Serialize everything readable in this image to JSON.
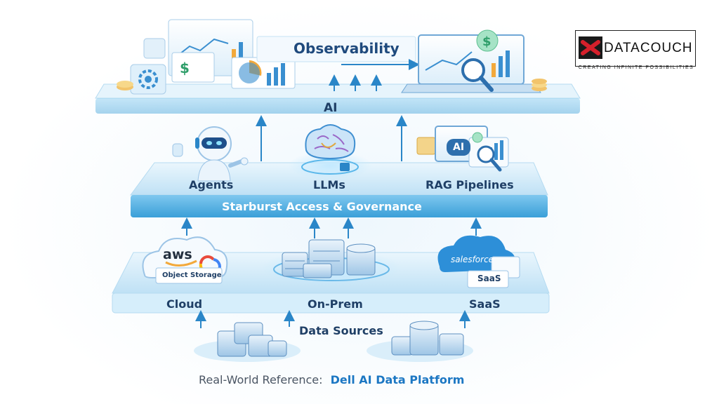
{
  "logo": {
    "word_a": "DATA",
    "word_b": "COUCH",
    "tagline": "CREATING INFINITE POSSIBILITIES"
  },
  "tiers": {
    "observability": {
      "label": "Observability"
    },
    "ai": {
      "label": "AI"
    },
    "ai_items": {
      "agents": "Agents",
      "llms": "LLMs",
      "rag": "RAG Pipelines",
      "badge": "AI"
    },
    "governance": {
      "label": "Starburst Access & Governance"
    },
    "storage": {
      "cloud": "Cloud",
      "onprem": "On-Prem",
      "saas": "SaaS",
      "aws": "aws",
      "object_storage": "Object Storage",
      "salesforce": "salesforce",
      "saas_card": "SaaS"
    },
    "sources": {
      "label": "Data Sources"
    }
  },
  "footer": {
    "prefix": "Real-World Reference:",
    "highlight": "Dell AI Data Platform"
  },
  "colors": {
    "accent": "#2a86c8",
    "navy": "#1f3f66",
    "highlight": "#1c77c3",
    "plank": "#cfe9f8",
    "logo_red": "#d6202b"
  }
}
